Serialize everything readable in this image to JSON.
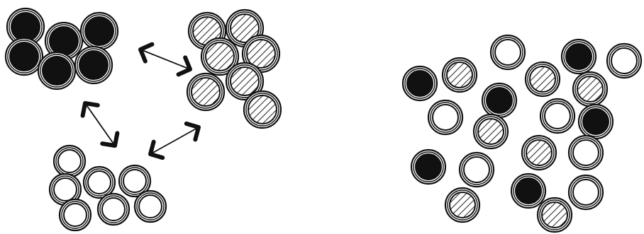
{
  "diagram": {
    "style": {
      "ink": "#111111",
      "paper": "#ffffff",
      "hatch": "#333333"
    },
    "panels": [
      {
        "id": "segregated",
        "groups": [
          "solid",
          "hatched",
          "open"
        ],
        "connectors": 3
      },
      {
        "id": "mixed",
        "particle_kinds": [
          "solid",
          "hatched",
          "open"
        ]
      }
    ],
    "particle_kinds": [
      "solid-icon",
      "hatched-icon",
      "open-icon"
    ]
  }
}
